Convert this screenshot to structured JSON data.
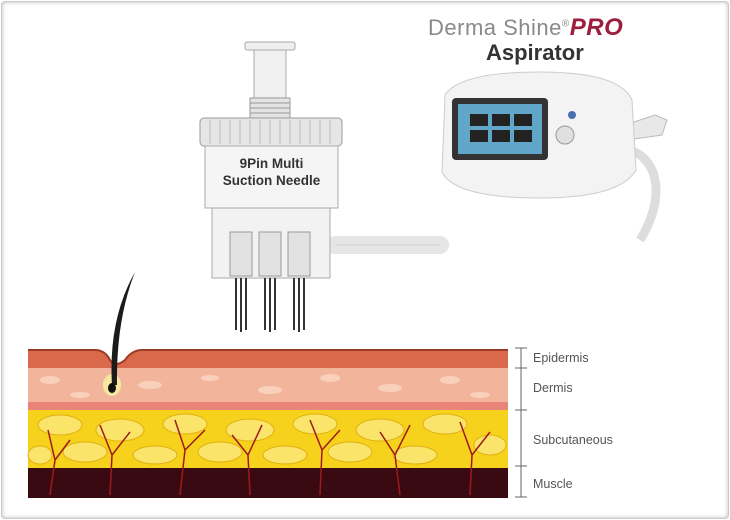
{
  "brand": {
    "name": "Derma Shine",
    "mark": "®",
    "suffix": "PRO"
  },
  "product_title": "Aspirator",
  "needle": {
    "line1": "9Pin Multi",
    "line2": "Suction Needle"
  },
  "layers": [
    "Epidermis",
    "Dermis",
    "Subcutaneous",
    "Muscle"
  ],
  "colors": {
    "epidermis": "#d9694a",
    "dermis": "#f2b59b",
    "subcutaneous": "#f7d21c",
    "muscle": "#3a0a12",
    "brand_pro": "#9b1e3c"
  }
}
